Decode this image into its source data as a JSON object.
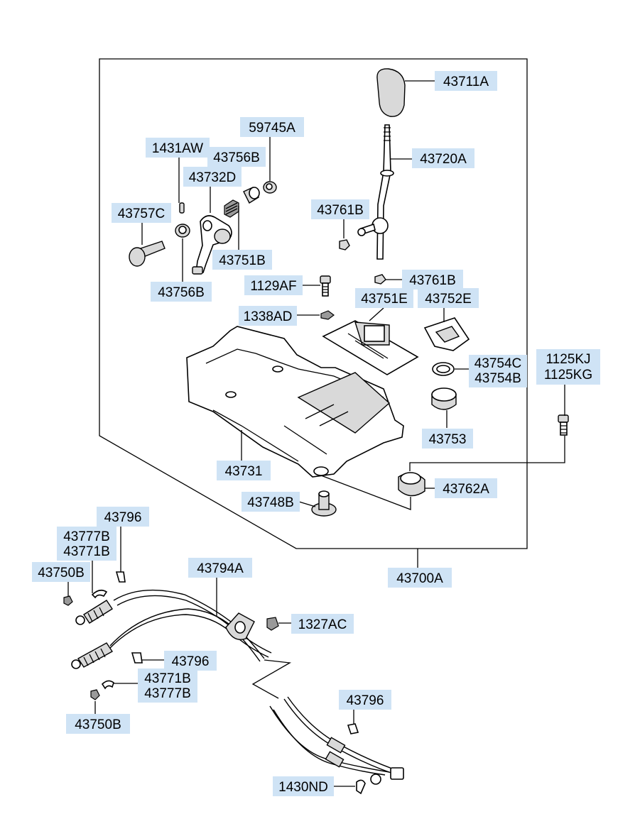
{
  "labels": {
    "l_43711A": "43711A",
    "l_59745A": "59745A",
    "l_1431AW": "1431AW",
    "l_43756B_top": "43756B",
    "l_43720A": "43720A",
    "l_43732D": "43732D",
    "l_43761B_left": "43761B",
    "l_43757C": "43757C",
    "l_43751B": "43751B",
    "l_43761B_right": "43761B",
    "l_1129AF": "1129AF",
    "l_43756B_bot": "43756B",
    "l_43751E": "43751E",
    "l_43752E": "43752E",
    "l_1338AD": "1338AD",
    "l_1125KJ": "1125KJ",
    "l_1125KG": "1125KG",
    "l_43754C": "43754C",
    "l_43754B": "43754B",
    "l_43753": "43753",
    "l_43731": "43731",
    "l_43762A": "43762A",
    "l_43748B": "43748B",
    "l_43796_a": "43796",
    "l_43777B_a": "43777B",
    "l_43771B_a": "43771B",
    "l_43750B_a": "43750B",
    "l_43794A": "43794A",
    "l_43700A": "43700A",
    "l_1327AC": "1327AC",
    "l_43796_b": "43796",
    "l_43771B_b": "43771B",
    "l_43777B_b": "43777B",
    "l_43750B_b": "43750B",
    "l_43796_c": "43796",
    "l_1430ND": "1430ND"
  }
}
